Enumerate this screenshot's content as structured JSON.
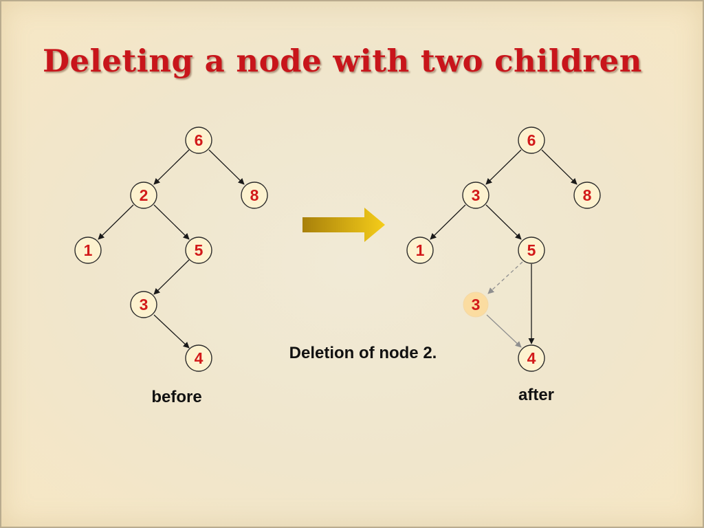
{
  "title": "Deleting a node with two children",
  "captions": {
    "before": "before",
    "after": "after",
    "description": "Deletion of node 2."
  },
  "colors": {
    "title": "#c8151b",
    "node_label": "#d21a1a",
    "node_fill": "#fdf2cf",
    "arrow_dark": "#a8800a",
    "arrow_light": "#f5cd1a"
  },
  "before_tree": {
    "nodes": [
      "6",
      "2",
      "8",
      "1",
      "5",
      "3",
      "4"
    ],
    "edges": [
      [
        "6",
        "2"
      ],
      [
        "6",
        "8"
      ],
      [
        "2",
        "1"
      ],
      [
        "2",
        "5"
      ],
      [
        "5",
        "3"
      ],
      [
        "3",
        "4"
      ]
    ]
  },
  "after_tree": {
    "nodes": [
      "6",
      "3",
      "8",
      "1",
      "5",
      "4"
    ],
    "removed_node": "3",
    "edges": [
      [
        "6",
        "3"
      ],
      [
        "6",
        "8"
      ],
      [
        "3",
        "1"
      ],
      [
        "3",
        "5"
      ],
      [
        "5",
        "4"
      ]
    ],
    "dashed_edges": [
      [
        "5",
        "3"
      ]
    ],
    "faded_edges": [
      [
        "3",
        "4"
      ]
    ]
  }
}
